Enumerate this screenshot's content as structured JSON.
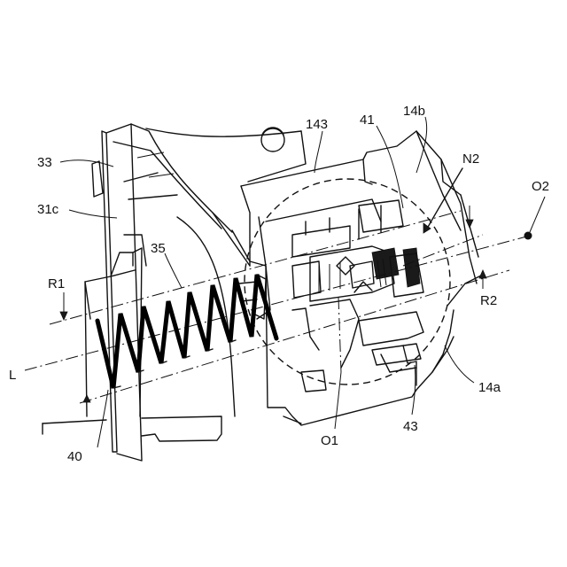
{
  "labels": {
    "l33": "33",
    "l31c": "31c",
    "l35": "35",
    "lR1": "R1",
    "lL": "L",
    "l40": "40",
    "l143": "143",
    "l41": "41",
    "l14b": "14b",
    "lN2": "N2",
    "lO2": "O2",
    "lR2": "R2",
    "l14a": "14a",
    "l43": "43",
    "lO1": "O1"
  }
}
